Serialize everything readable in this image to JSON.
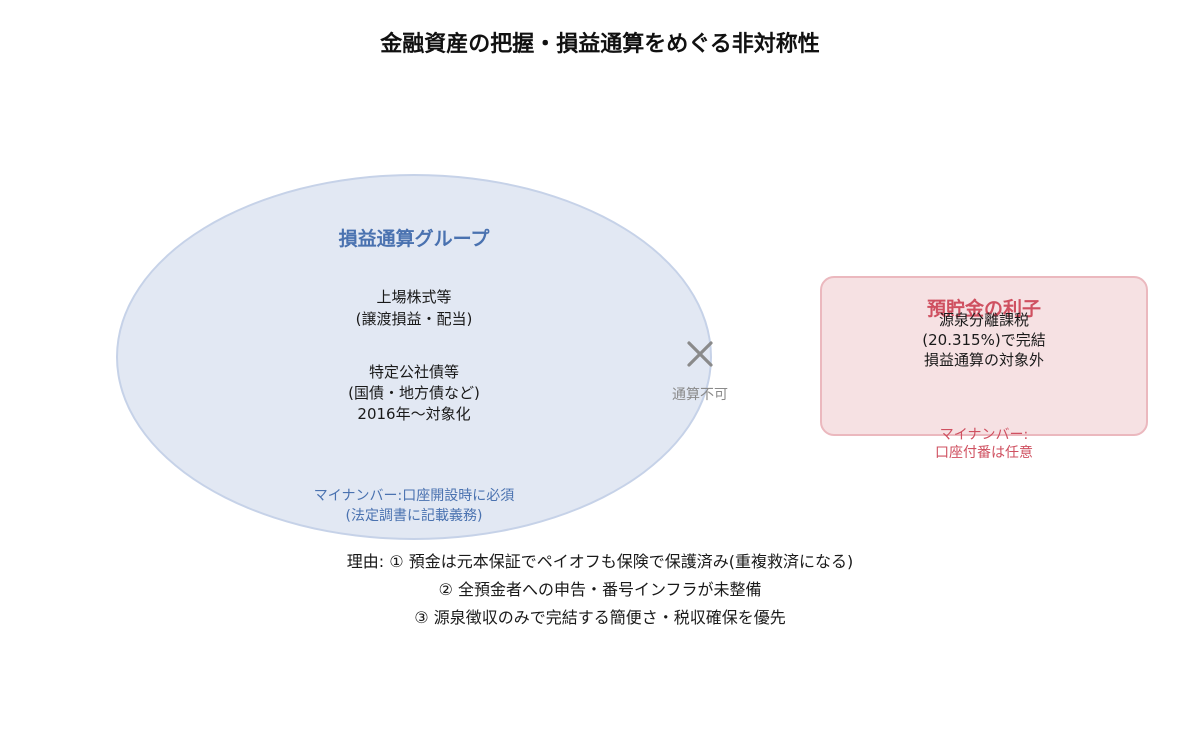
{
  "title": "金融資産の把握・損益通算をめぐる非対称性",
  "group": {
    "title": "損益通算グループ",
    "item1": {
      "line1": "上場株式等",
      "line2": "(譲渡損益・配当)"
    },
    "item2": {
      "line1": "特定公社債等",
      "line2": "(国債・地方債など)",
      "line3": "2016年〜対象化"
    },
    "mynumber": {
      "line1": "マイナンバー:口座開設時に必須",
      "line2": "(法定調書に記載義務)"
    }
  },
  "separator": {
    "label": "通算不可",
    "icon": "cross-icon"
  },
  "deposit": {
    "title": "預貯金の利子",
    "desc": {
      "line1": "源泉分離課税",
      "line2": "(20.315%)で完結",
      "line3": "損益通算の対象外"
    },
    "mynumber": {
      "line1": "マイナンバー:",
      "line2": "口座付番は任意"
    }
  },
  "reasons": {
    "line1": "理由: ① 預金は元本保証でペイオフも保険で保護済み(重複救済になる)",
    "line2": "② 全預金者への申告・番号インフラが未整備",
    "line3": "③ 源泉徴収のみで完結する簡便さ・税収確保を優先"
  },
  "colors": {
    "group_fill": "#e2e8f3",
    "group_accent": "#4a72b0",
    "deposit_fill": "#f6e1e3",
    "deposit_accent": "#cf5060",
    "muted": "#8a8a8a"
  }
}
